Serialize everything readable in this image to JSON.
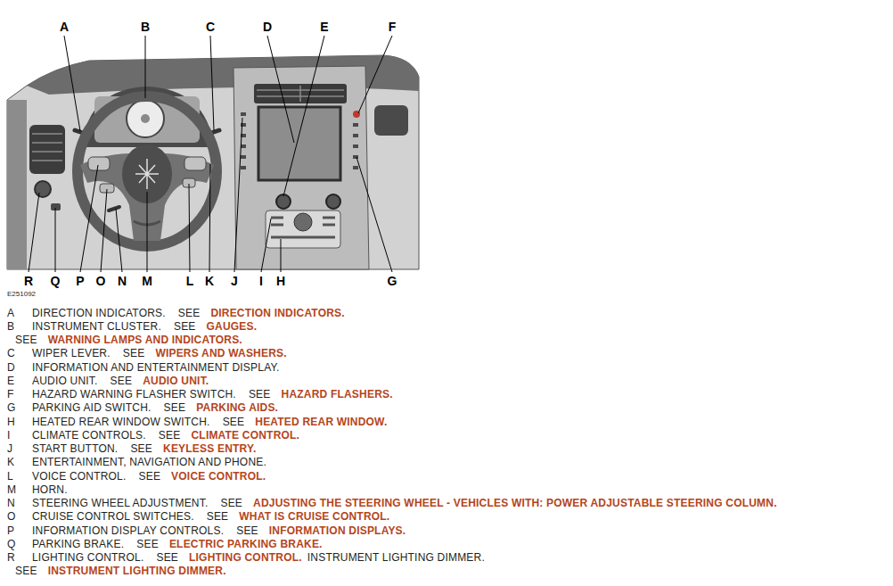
{
  "diagram": {
    "labels": [
      "A",
      "B",
      "C",
      "D",
      "E",
      "F",
      "R",
      "Q",
      "P",
      "O",
      "N",
      "M",
      "L",
      "K",
      "J",
      "I",
      "H",
      "G",
      "E251092",
      "A",
      "DIRECTION INDICATORS.",
      "SEE",
      "DIRECTION INDICATORS.",
      "B",
      "INSTRUMENT CLUSTER.",
      "SEE",
      "GAUGES.",
      "SEE",
      "WARNING LAMPS AND INDICATORS.",
      "C",
      "WIPER LEVER.",
      "SEE",
      "WIPERS AND WASHERS.",
      "D",
      "INFORMATION AND ENTERTAINMENT DISPLAY.",
      "E",
      "AUDIO UNIT.",
      "SEE",
      "AUDIO UNIT.",
      "F",
      "HAZARD WARNING FLASHER SWITCH.",
      "SEE",
      "HAZARD FLASHERS.",
      "G",
      "PARKING AID SWITCH.",
      "SEE",
      "PARKING AIDS.",
      "H",
      "HEATED REAR WINDOW SWITCH.",
      "SEE",
      "HEATED REAR WINDOW.",
      "I",
      "CLIMATE CONTROLS.",
      "SEE",
      "CLIMATE CONTROL.",
      "J",
      "START BUTTON.",
      "SEE",
      "KEYLESS ENTRY.",
      "K",
      "ENTERTAINMENT, NAVIGATION AND PHONE.",
      "L",
      "VOICE CONTROL.",
      "SEE",
      "VOICE CONTROL.",
      "M",
      "HORN.",
      "N",
      "STEERING WHEEL ADJUSTMENT.",
      "SEE",
      "ADJUSTING THE STEERING WHEEL - VEHICLES WITH: POWER ADJUSTABLE STEERING COLUMN.",
      "O",
      "CRUISE CONTROL SWITCHES.",
      "SEE",
      "WHAT IS CRUISE CONTROL.",
      "P",
      "INFORMATION DISPLAY CONTROLS.",
      "SEE",
      "INFORMATION DISPLAYS.",
      "Q",
      "PARKING BRAKE.",
      "SEE",
      "ELECTRIC PARKING BRAKE.",
      "R",
      "LIGHTING CONTROL.",
      "SEE",
      "LIGHTING CONTROL.",
      "INSTRUMENT LIGHTING DIMMER.",
      "SEE",
      "INSTRUMENT LIGHTING DIMMER."
    ]
  }
}
